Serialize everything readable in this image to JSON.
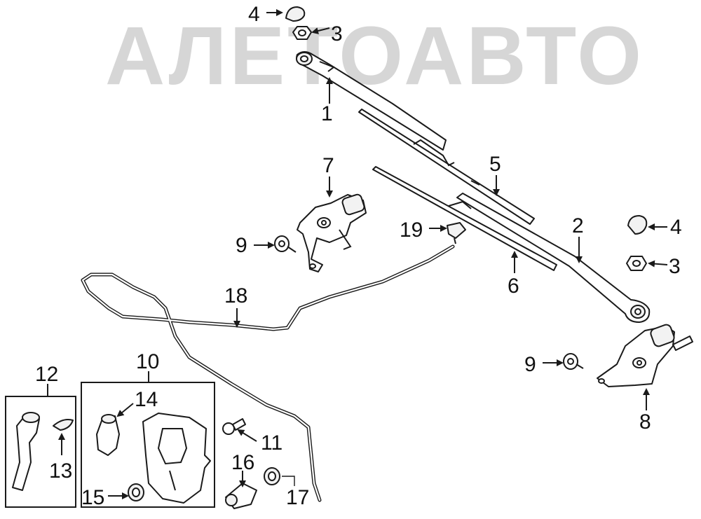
{
  "watermark": {
    "text": "АЛЕТОАВТО"
  },
  "callouts": {
    "c1": "1",
    "c2": "2",
    "c3a": "3",
    "c3b": "3",
    "c4a": "4",
    "c4b": "4",
    "c5": "5",
    "c6": "6",
    "c7": "7",
    "c8": "8",
    "c9a": "9",
    "c9b": "9",
    "c10": "10",
    "c11": "11",
    "c12": "12",
    "c13": "13",
    "c14": "14",
    "c15": "15",
    "c16": "16",
    "c17": "17",
    "c18": "18",
    "c19": "19"
  },
  "colors": {
    "ink": "#1a1a1a",
    "watermark": "#d6d6d6",
    "background": "#ffffff"
  }
}
